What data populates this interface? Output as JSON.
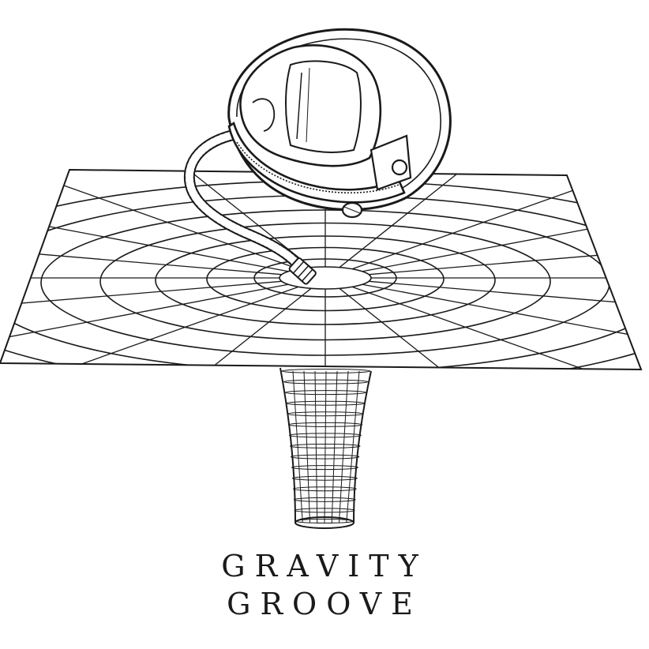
{
  "artwork": {
    "subject": "astronaut-helmet-over-gravity-well",
    "ink_color": "#1a1a1a",
    "background_color": "#ffffff"
  },
  "title": {
    "line1": "GRAVITY",
    "line2": "GROOVE"
  }
}
